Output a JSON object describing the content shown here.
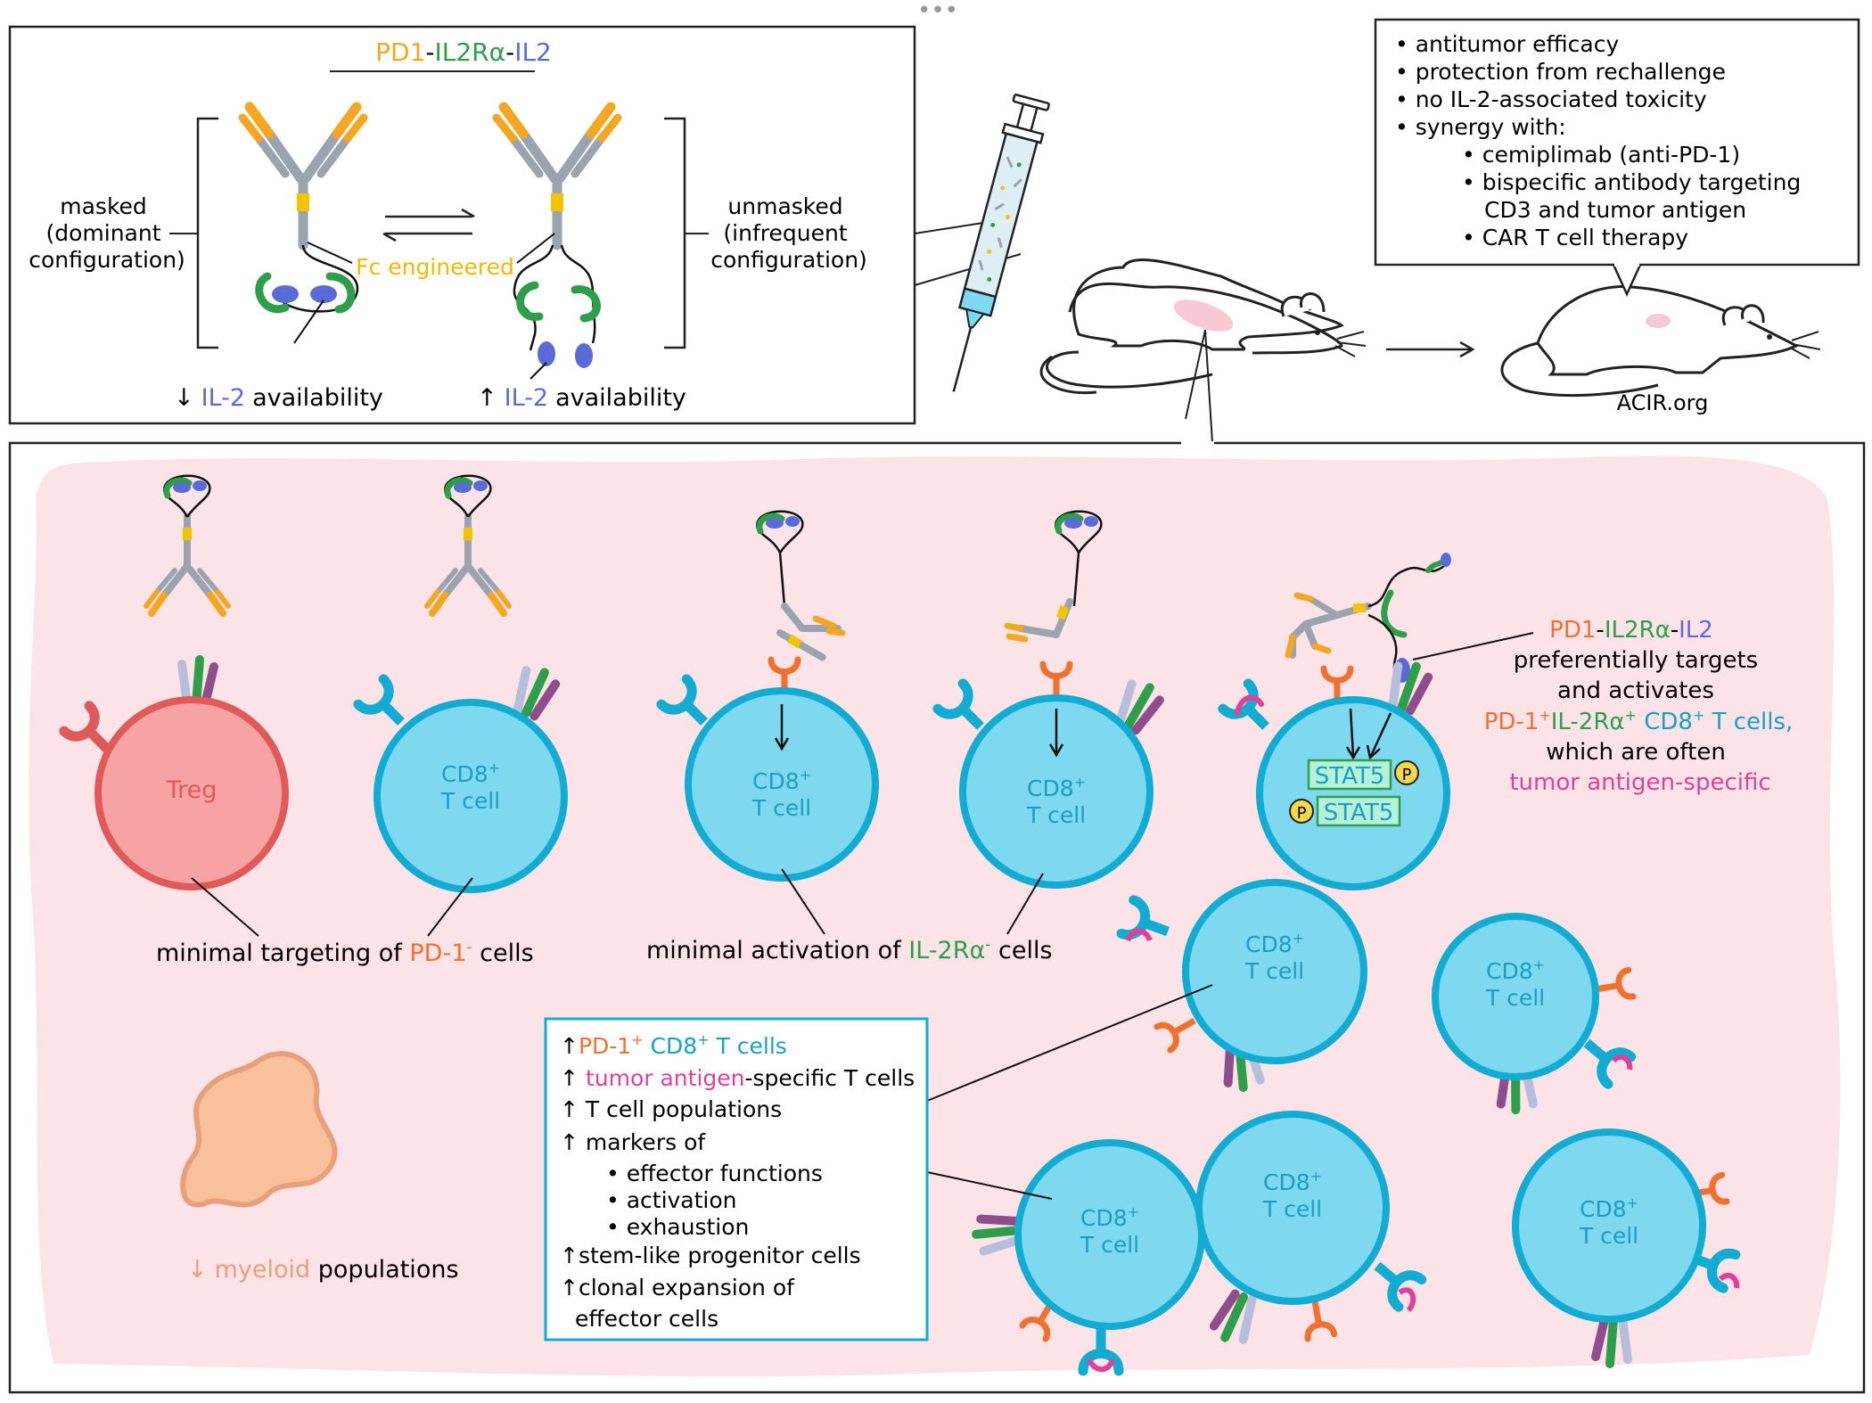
{
  "colors": {
    "pd1": "#F5A623",
    "il2ra": "#2E9E4A",
    "il2": "#5B6BD6",
    "fc": "#F2C400",
    "cd8_fill": "#7ED8EF",
    "cd8_stroke": "#12ACD3",
    "cd8_text": "#1A9FC4",
    "treg_fill": "#F7A3A3",
    "treg_stroke": "#E05A5A",
    "receptor_orange": "#F07030",
    "antigen_magenta": "#E0409A",
    "myeloid_fill": "#F8C19C",
    "myeloid_stroke": "#E8A07A",
    "tumor_bg": "#FBE3E8"
  },
  "top_panel": {
    "title": {
      "part1": "PD1",
      "dash1": "-",
      "part2": "IL2Rα",
      "dash2": "-",
      "part3": "IL2"
    },
    "masked_label": [
      "masked",
      "(dominant",
      "configuration)"
    ],
    "unmasked_label": [
      "unmasked",
      "(infrequent",
      "configuration)"
    ],
    "fc_label": "Fc engineered",
    "availability_left": {
      "arrow": "↓",
      "il2": "IL-2",
      "rest": "availability"
    },
    "availability_right": {
      "arrow": "↑",
      "il2": "IL-2",
      "rest": "availability"
    }
  },
  "outcomes": {
    "bullets": [
      "antitumor efficacy",
      "protection from rechallenge",
      "no  IL-2-associated toxicity",
      "synergy with:"
    ],
    "sub_bullets": [
      "cemiplimab (anti-PD-1)",
      "bispecific antibody targeting",
      "CAR T cell therapy"
    ],
    "sub_continuation": "CD3  and  tumor  antigen"
  },
  "credit": "ACIR.org",
  "cells": {
    "treg_label": "Treg",
    "cd8_line1": "CD8",
    "cd8_sup": "+",
    "cd8_line2": "T cell",
    "stat5": "STAT5",
    "phospho": "P"
  },
  "captions": {
    "minimal_targeting": {
      "pre": "minimal targeting  of ",
      "marker": "PD-1",
      "sup": "-",
      "post": " cells"
    },
    "minimal_activation": {
      "pre": "minimal  activation of ",
      "marker": "IL-2Rα",
      "sup": "-",
      "post": "  cells"
    },
    "myeloid": {
      "arrow": "↓",
      "marker": "myeloid",
      "post": " populations"
    }
  },
  "targeting_note": {
    "title": {
      "part1": "PD1",
      "dash1": "-",
      "part2": "IL2Rα",
      "dash2": "-",
      "part3": "IL2"
    },
    "line2": "preferentially targets",
    "line3": "and activates",
    "line4": {
      "pd1": "PD-1",
      "pd1_sup": "+",
      "il2ra": "IL-2Rα",
      "il2ra_sup": "+",
      "cd8": " CD8",
      "cd8_sup": "+",
      "tcells": " T cells,"
    },
    "line5": "which are often",
    "line6": "tumor antigen-specific"
  },
  "effects_box": {
    "line1": {
      "arrow": "↑",
      "pd1": "PD-1",
      "pd1_sup": "+",
      "cd8": " CD8",
      "cd8_sup": "+",
      "rest": " T cells"
    },
    "line2": {
      "arrow": "↑",
      "antigen": "tumor antigen",
      "rest": "-specific T cells"
    },
    "line3": "↑ T cell populations",
    "line4": "↑ markers of",
    "sub_items": [
      "effector functions",
      "activation",
      "exhaustion"
    ],
    "line5": "↑stem-like progenitor  cells",
    "line6": "↑clonal expansion of",
    "line7": "effector cells"
  }
}
